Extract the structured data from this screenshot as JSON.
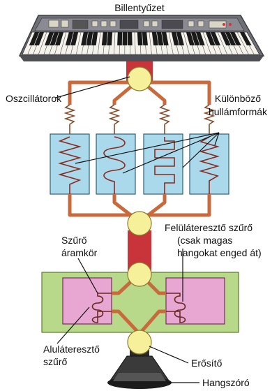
{
  "colors": {
    "panel_blue": "#a9d9ea",
    "panel_green": "#b8d98a",
    "panel_pink": "#e7a7d2",
    "node_yellow": "#f6f09a",
    "conduit_red": "#c9333a",
    "wire_orange": "#c86a3c",
    "keyboard_body": "#6f6f78"
  },
  "labels": {
    "keyboard": "Billentyűzet",
    "oscillators": "Oszcillátorok",
    "waveforms_line1": "Különböző",
    "waveforms_line2": "hullámformák",
    "filter_circuit_line1": "Szűrő",
    "filter_circuit_line2": "áramkör",
    "highpass_line1": "Felüláteresztő szűrő",
    "highpass_line2": "(csak magas",
    "highpass_line3": "hangokat enged át)",
    "lowpass_line1": "Aluláteresztő",
    "lowpass_line2": "szűrő",
    "amplifier": "Erősítő",
    "speaker": "Hangszóró"
  },
  "icons": [
    "keyboard-icon",
    "speaker-icon"
  ]
}
